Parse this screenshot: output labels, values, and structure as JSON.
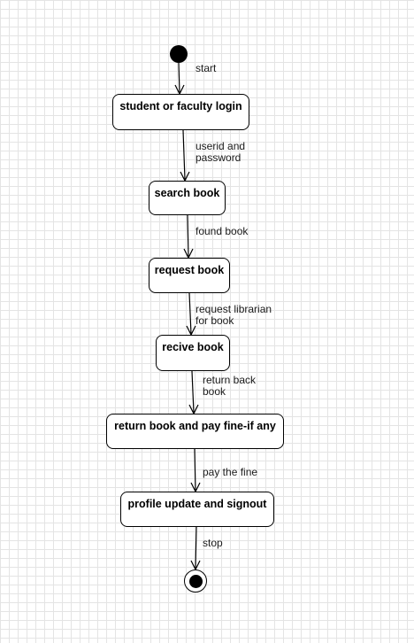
{
  "diagram": {
    "nodes": {
      "start": "start-state",
      "login": "student or faculty login",
      "search": "search book",
      "request": "request book",
      "receive": "recive book",
      "return_pay": "return book and pay fine-if any",
      "profile": "profile update and signout",
      "end": "end-state"
    },
    "edges": {
      "start_to_login": "start",
      "login_to_search": "userid and\npassword",
      "search_to_request": "found book",
      "request_to_receive": "request librarian\nfor book",
      "receive_to_return": "return back\nbook",
      "return_to_profile": "pay the fine",
      "profile_to_end": "stop"
    }
  }
}
